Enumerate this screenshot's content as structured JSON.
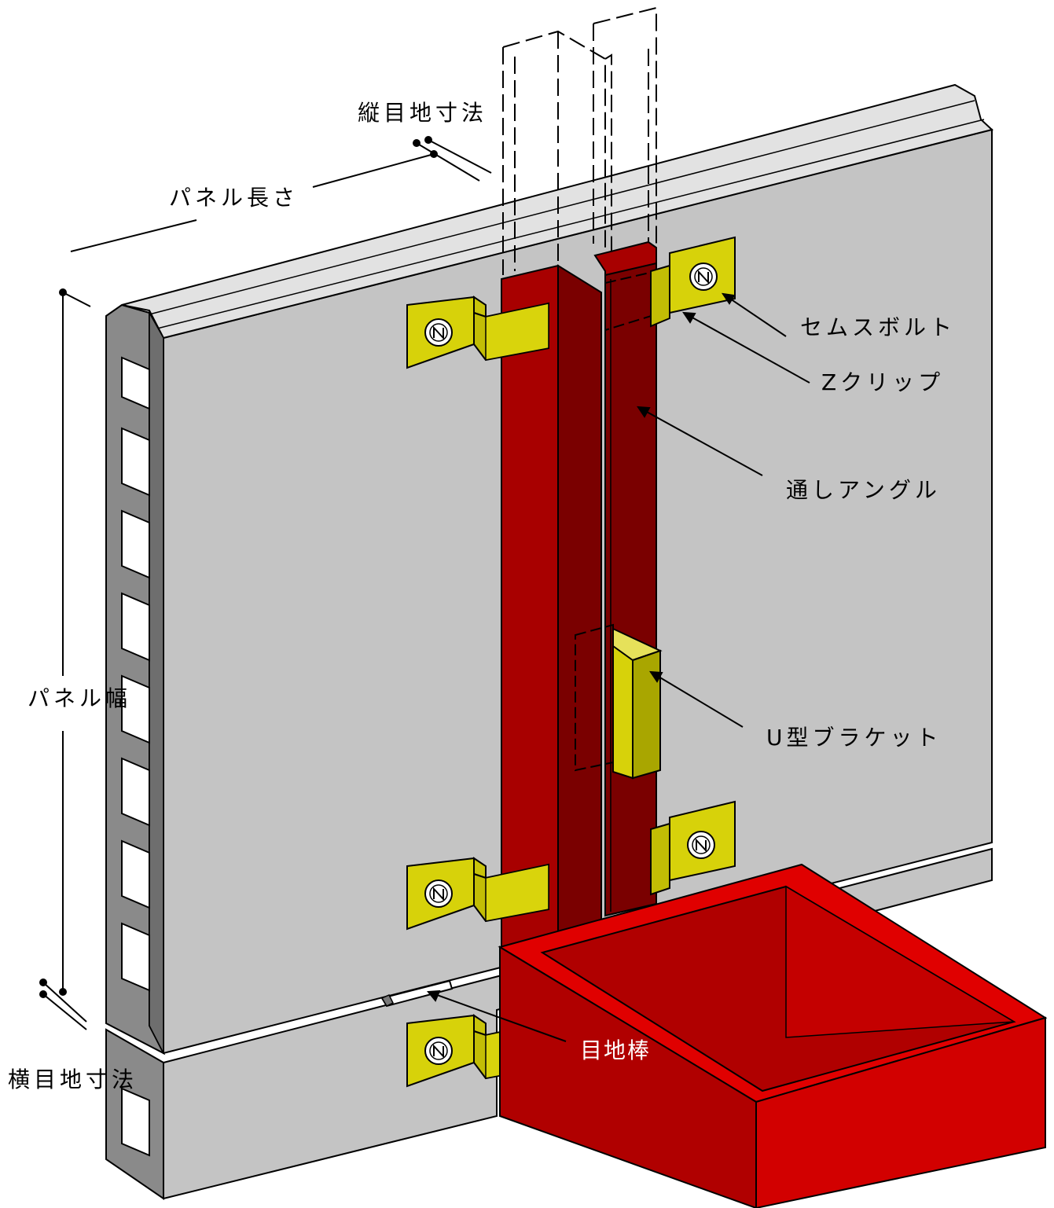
{
  "labels": {
    "vertical_joint": "縦目地寸法",
    "panel_length": "パネル長さ",
    "panel_width": "パネル幅",
    "horizontal_joint": "横目地寸法",
    "sems_bolt": "セムスボルト",
    "z_clip": "Zクリップ",
    "through_angle": "通しアングル",
    "u_bracket": "U型ブラケット",
    "joint_rod": "目地棒"
  },
  "colors": {
    "panel_face": "#c4c4c4",
    "panel_top": "#e2e2e2",
    "panel_edge": "#8a8a8a",
    "steel_red": "#a80000",
    "steel_dark": "#7a0000",
    "beam_bright": "#e00000",
    "clip_yellow": "#d7d20a",
    "clip_olive": "#a9a600"
  }
}
